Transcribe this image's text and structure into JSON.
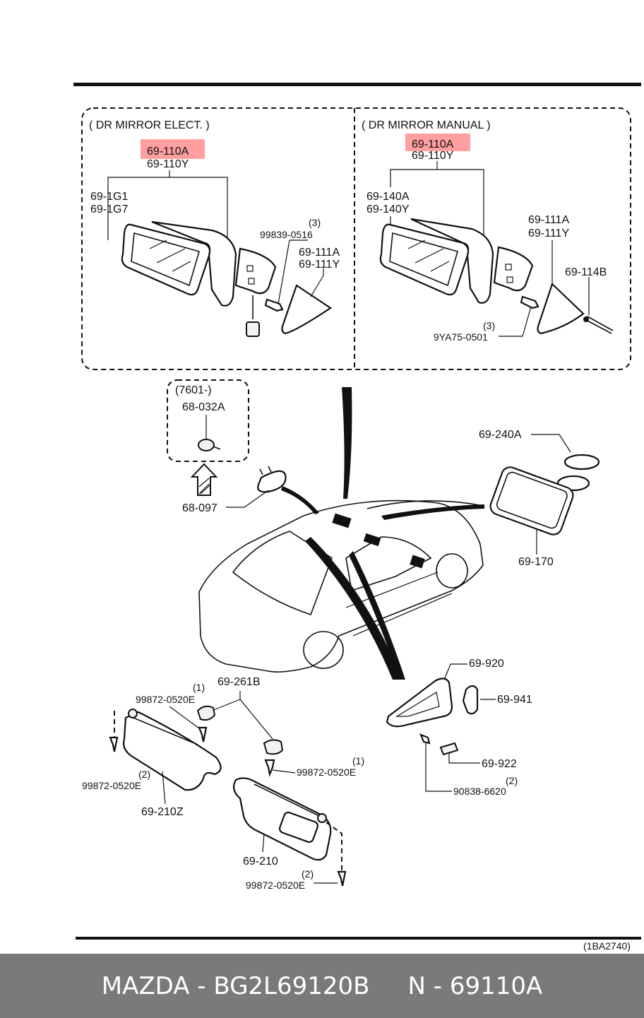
{
  "title_bar": {
    "text": "MAZDA - BG2L69120B     N - 69110A"
  },
  "drawing_code": "(1BA2740)",
  "highlight_color": "#ff7f7f",
  "panel_left": {
    "title": "( DR MIRROR  ELECT. )",
    "callout_top_a": "69-110A",
    "callout_top_b": "69-110Y",
    "callout_glass_a": "69-1G1",
    "callout_glass_b": "69-1G7",
    "callout_screw_qty": "(3)",
    "callout_screw": "99839-0516",
    "callout_cover_a": "69-111A",
    "callout_cover_b": "69-111Y"
  },
  "panel_right": {
    "title": "( DR MIRROR  MANUAL )",
    "callout_top_a": "69-110A",
    "callout_top_b": "69-110Y",
    "callout_glass_a": "69-140A",
    "callout_glass_b": "69-140Y",
    "callout_cover_a": "69-111A",
    "callout_cover_b": "69-111Y",
    "callout_knob": "69-114B",
    "callout_screw_qty": "(3)",
    "callout_screw": "9YA75-0501"
  },
  "lamp": {
    "variant": "(7601-)",
    "callout_bulb": "68-032A",
    "callout_lamp": "68-097"
  },
  "inner_mirror": {
    "callout_cover": "69-240A",
    "callout_mirror": "69-170"
  },
  "grip": {
    "callout_handle": "69-920",
    "callout_clip": "69-941",
    "callout_cap": "69-922",
    "callout_screw_qty": "(2)",
    "callout_screw": "90838-6620"
  },
  "visor": {
    "callout_holder": "69-261B",
    "screw_a_qty": "(1)",
    "screw_a": "99872-0520E",
    "screw_b_qty": "(1)",
    "screw_b": "99872-0520E",
    "screw_c_qty": "(2)",
    "screw_c": "99872-0520E",
    "screw_d_qty": "(2)",
    "screw_d": "99872-0520E",
    "callout_left_visor": "69-210Z",
    "callout_right_visor": "69-210"
  }
}
